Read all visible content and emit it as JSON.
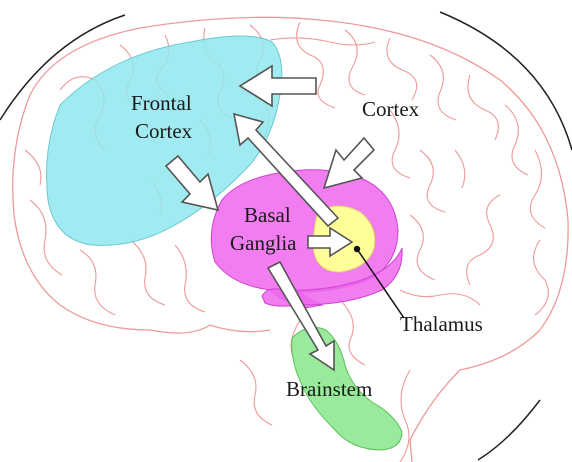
{
  "diagram": {
    "labels": {
      "frontal_cortex_line1": "Frontal",
      "frontal_cortex_line2": "Cortex",
      "cortex": "Cortex",
      "basal_ganglia_line1": "Basal",
      "basal_ganglia_line2": "Ganglia",
      "thalamus": "Thalamus",
      "brainstem": "Brainstem"
    },
    "colors": {
      "gyri_outline": "#ee9a9a",
      "skull_outline": "#222222",
      "frontal_cortex_fill": "#8fe8ee",
      "basal_ganglia_fill": "#ee66ee",
      "thalamus_fill": "#ffff99",
      "brainstem_fill": "#8fe890",
      "arrow_fill": "#ffffff",
      "arrow_stroke": "#555555"
    }
  }
}
